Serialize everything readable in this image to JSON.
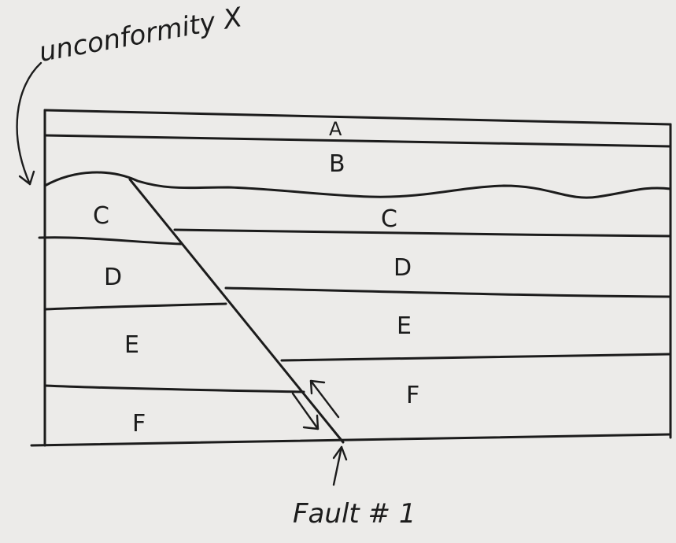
{
  "annotations": {
    "unconformity": "unconformity X",
    "fault": "Fault # 1"
  },
  "layers": {
    "top_a": "A",
    "top_b": "B",
    "left_c": "C",
    "left_d": "D",
    "left_e": "E",
    "left_f": "F",
    "right_c": "C",
    "right_d": "D",
    "right_e": "E",
    "right_f": "F"
  }
}
